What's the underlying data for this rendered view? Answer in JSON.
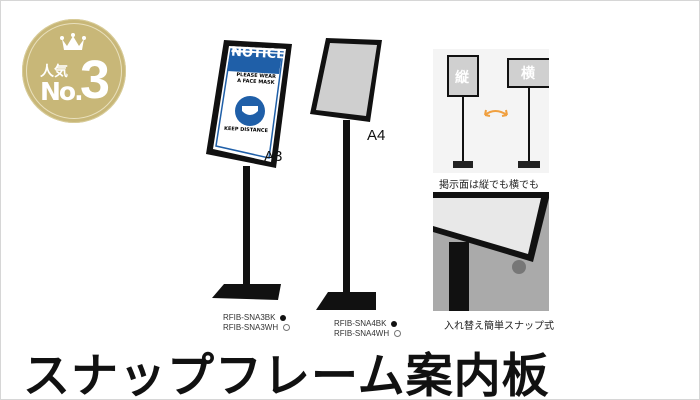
{
  "badge": {
    "popularity_label": "人気",
    "rank_prefix": "No.",
    "rank": "3",
    "color": "#c8b778",
    "icon": "crown-icon"
  },
  "products": [
    {
      "size": "A3",
      "models": [
        {
          "code": "RFIB-SNA3BK",
          "color": "black"
        },
        {
          "code": "RFIB-SNA3WH",
          "color": "white"
        }
      ],
      "sign": {
        "header": "NOTICE",
        "line1": "PLEASE WEAR",
        "line2": "A FACE MASK",
        "footer": "KEEP DISTANCE",
        "icon": "face-mask-icon",
        "color": "#1f5fa8"
      }
    },
    {
      "size": "A4",
      "models": [
        {
          "code": "RFIB-SNA4BK",
          "color": "black"
        },
        {
          "code": "RFIB-SNA4WH",
          "color": "white"
        }
      ]
    }
  ],
  "features": [
    {
      "portrait_label": "縦",
      "landscape_label": "横",
      "caption": "掲示面は縦でも横でも",
      "icon": "swap-arrow-icon"
    },
    {
      "caption": "入れ替え簡単スナップ式"
    }
  ],
  "title": "スナップフレーム案内板"
}
